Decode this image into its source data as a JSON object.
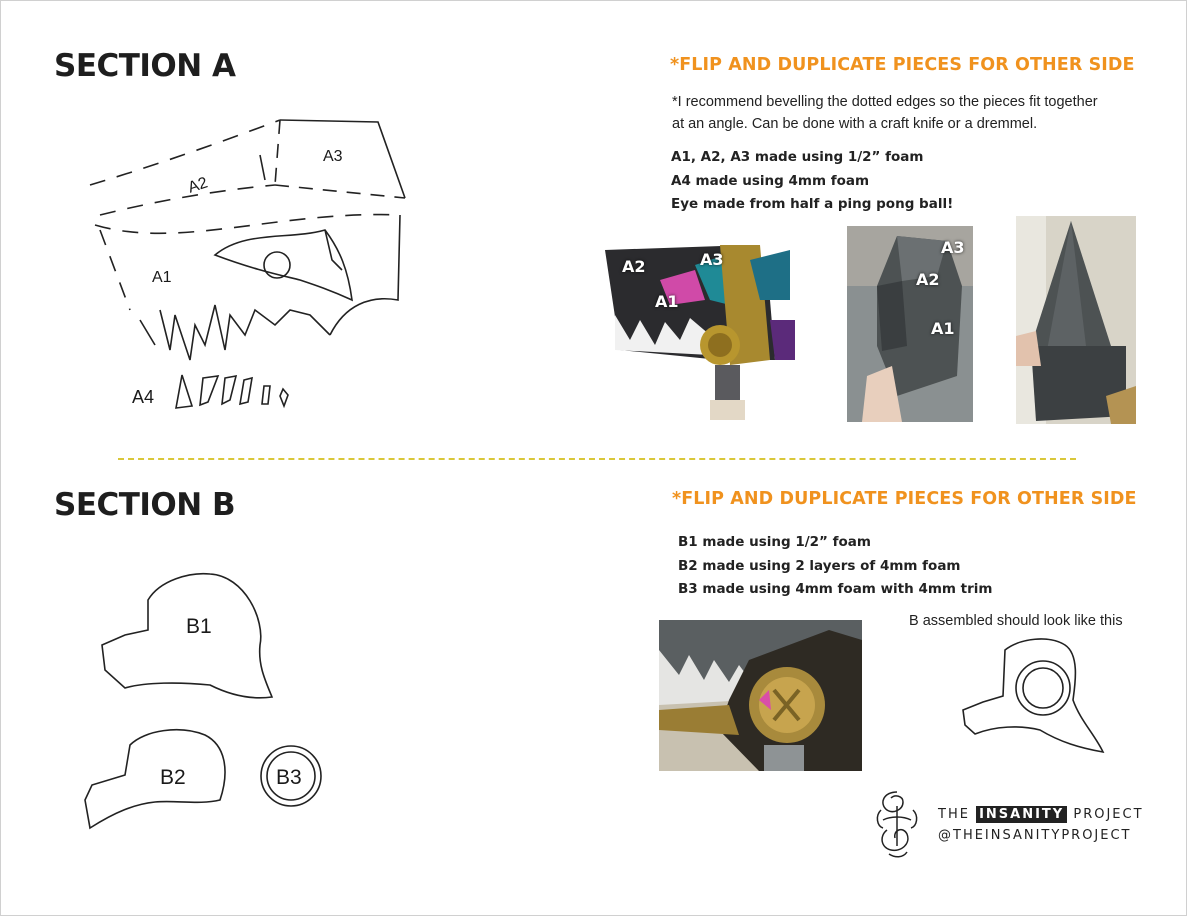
{
  "section_a": {
    "title": "SECTION A",
    "flip_note": "*FLIP AND DUPLICATE PIECES FOR OTHER SIDE",
    "bevel_note_1": "*I recommend bevelling the dotted edges so the pieces  fit together",
    "bevel_note_2": "at an angle. Can be done with a craft knife or a dremmel.",
    "materials": [
      "A1, A2, A3 made using 1/2” foam",
      "A4 made using 4mm foam",
      "Eye made from half a ping pong ball!"
    ],
    "pieces": {
      "a1": "A1",
      "a2": "A2",
      "a3": "A3",
      "a4": "A4"
    },
    "photo_labels": {
      "p1_a2": "A2",
      "p1_a3": "A3",
      "p1_a1": "A1",
      "p2_a3": "A3",
      "p2_a2": "A2",
      "p2_a1": "A1"
    }
  },
  "section_b": {
    "title": "SECTION B",
    "flip_note": "*FLIP AND DUPLICATE PIECES FOR OTHER SIDE",
    "materials": [
      "B1 made using 1/2” foam",
      "B2 made using 2 layers of 4mm foam",
      "B3 made using 4mm foam with 4mm trim"
    ],
    "assembled_caption": "B assembled should look like this",
    "pieces": {
      "b1": "B1",
      "b2": "B2",
      "b3": "B3"
    }
  },
  "logo": {
    "the": "THE",
    "insanity": "INSANITY",
    "project": "PROJECT",
    "handle": "@THEINSANITYPROJECT"
  },
  "colors": {
    "accent_orange": "#f0921e",
    "divider_yellow": "#d9c73a"
  }
}
